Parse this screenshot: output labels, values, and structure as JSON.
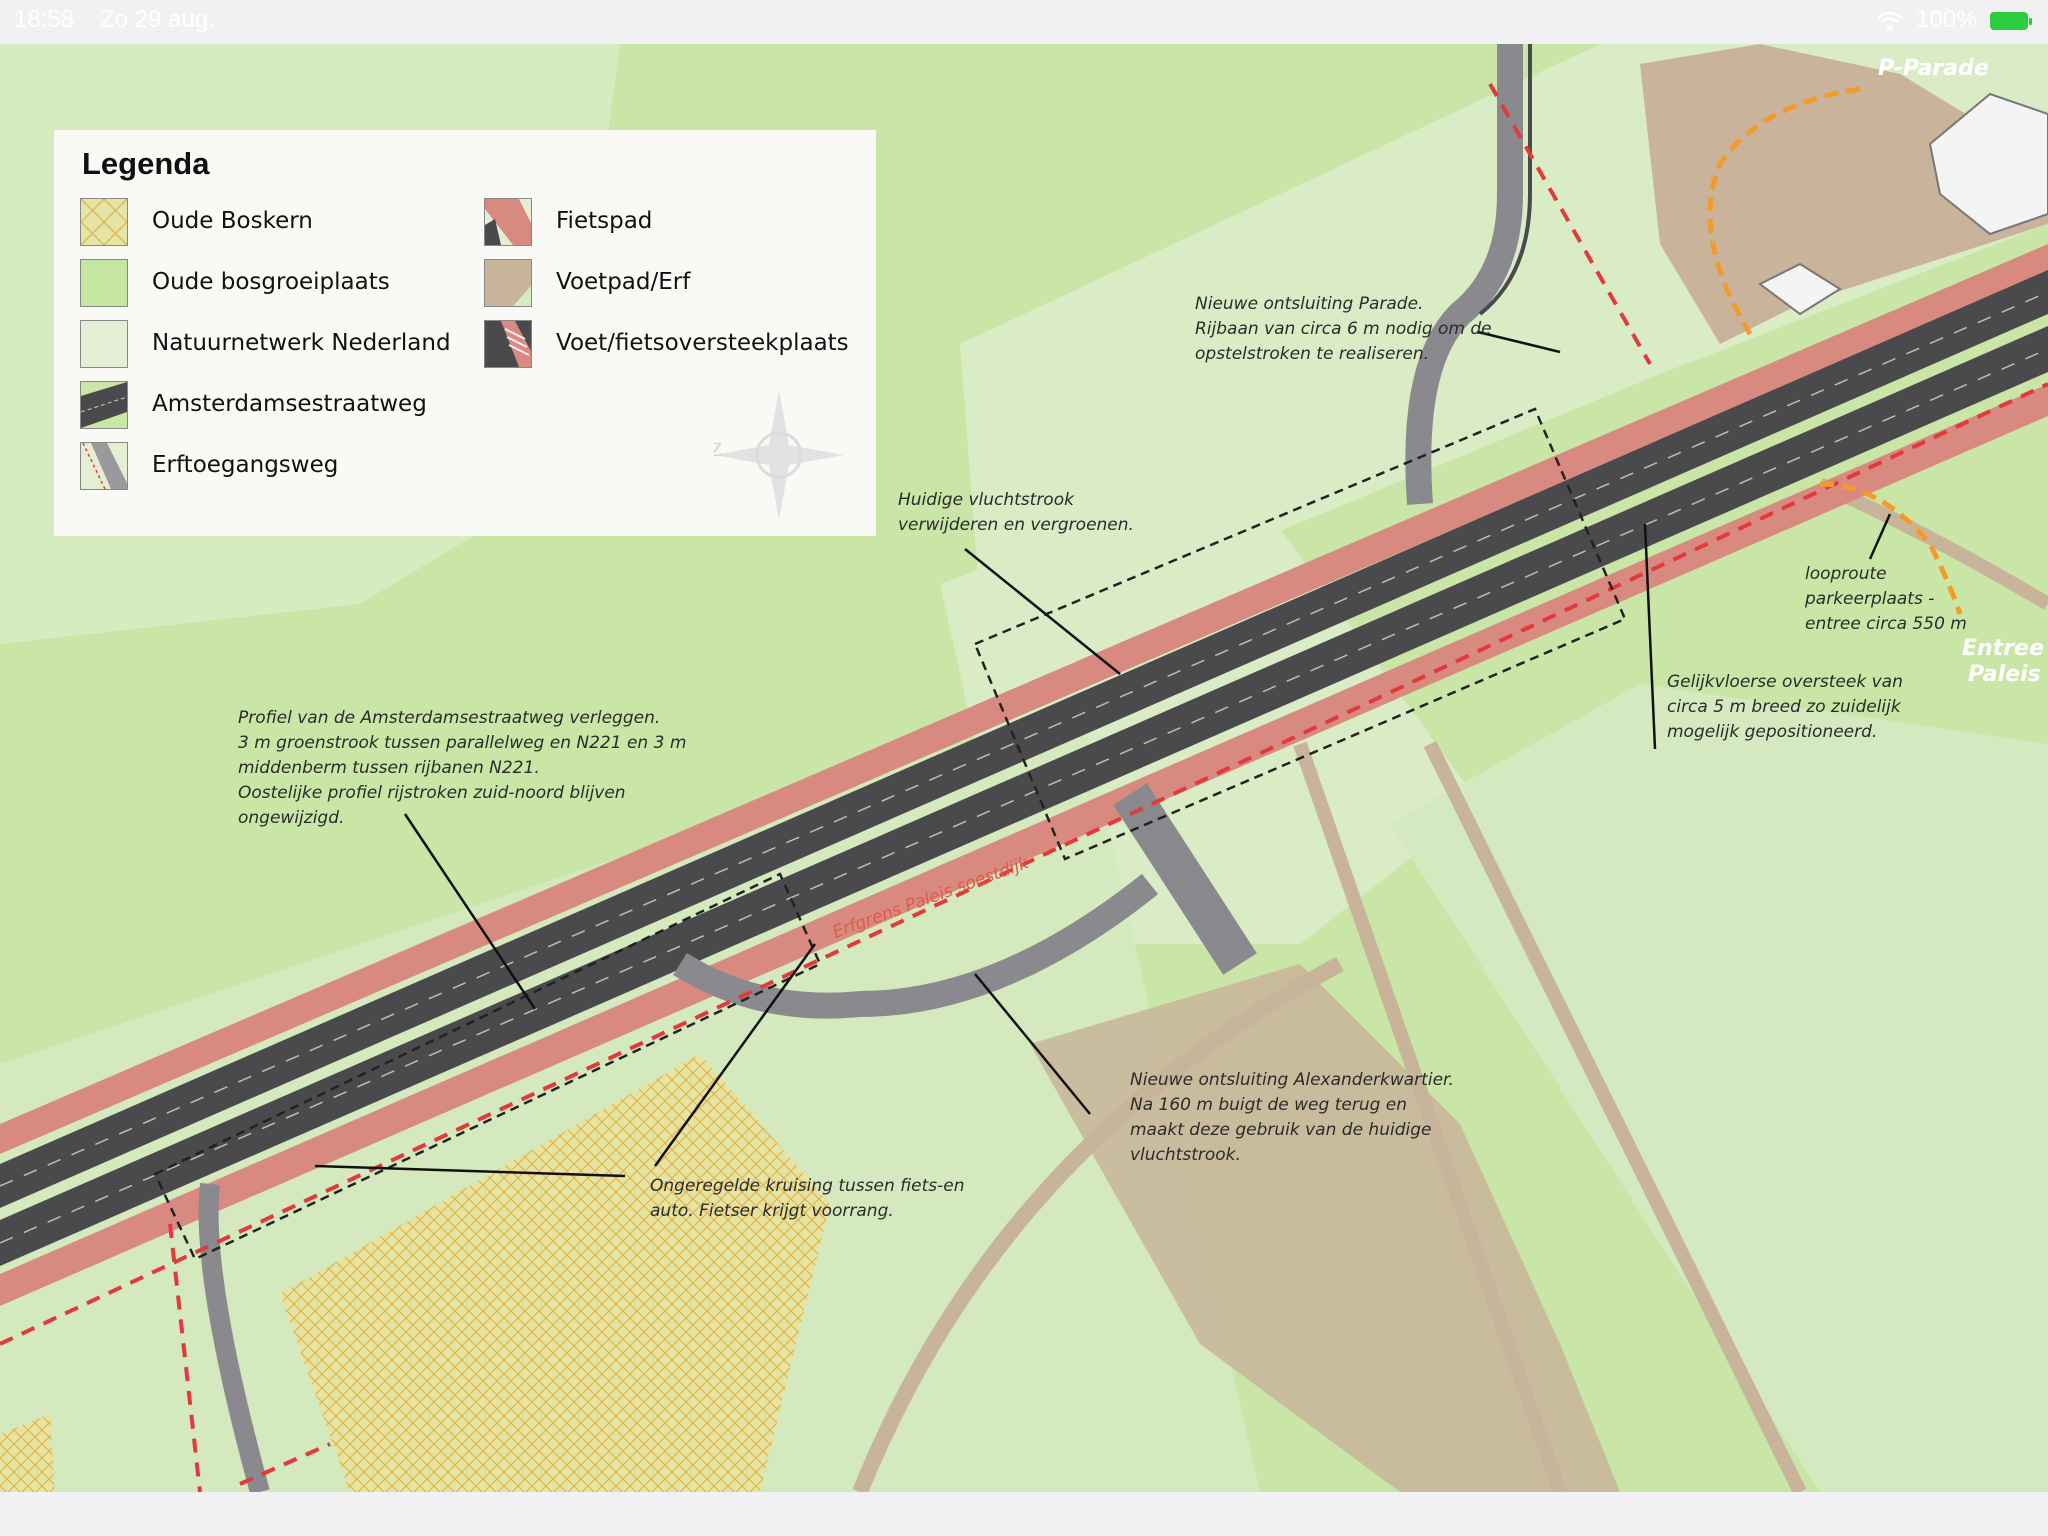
{
  "status_bar": {
    "time": "18:58",
    "date": "Zo 29 aug.",
    "battery": "100%"
  },
  "legend": {
    "title": "Legenda",
    "items": [
      {
        "label": "Oude Boskern",
        "icon": "hatched-yellow-swatch"
      },
      {
        "label": "Oude bosgroeiplaats",
        "icon": "green-swatch"
      },
      {
        "label": "Natuurnetwerk Nederland",
        "icon": "pale-green-swatch"
      },
      {
        "label": "Amsterdamsestraatweg",
        "icon": "dark-road-swatch"
      },
      {
        "label": "Erftoegangsweg",
        "icon": "grey-road-swatch"
      },
      {
        "label": "Fietspad",
        "icon": "red-path-swatch"
      },
      {
        "label": "Voetpad/Erf",
        "icon": "tan-swatch"
      },
      {
        "label": "Voet/fietsoversteekplaats",
        "icon": "crossing-swatch"
      }
    ],
    "compass": "Z"
  },
  "map_labels": {
    "p_parade": "P-Parade",
    "entree_paleis_1": "Entree",
    "entree_paleis_2": "Paleis",
    "erfgrens": "Erfgrens Paleis soestdijk"
  },
  "annotations": {
    "parade": "Nieuwe ontsluiting Parade.\nRijbaan van circa 6 m nodig om de\nopstelstroken te realiseren.",
    "vluchtstrook": "Huidige vluchtstrook\nverwijderen en vergroenen.",
    "looproute": "looproute\nparkeerplaats -\nentree circa 550 m",
    "oversteek": "Gelijkvloerse oversteek van\ncirca 5 m breed zo zuidelijk\nmogelijk gepositioneerd.",
    "profiel": "Profiel van de Amsterdamsestraatweg verleggen.\n3 m groenstrook tussen parallelweg en N221 en 3 m\nmiddenberm tussen rijbanen N221.\nOostelijke profiel rijstroken zuid-noord blijven\nongewijzigd.",
    "alexanderkwartier": "Nieuwe ontsluiting Alexanderkwartier.\nNa 160 m buigt de weg terug en\nmaakt deze gebruik van de huidige\nvluchtstrook.",
    "kruising": "Ongeregelde kruising tussen fiets-en\nauto. Fietser krijgt voorrang."
  },
  "colors": {
    "grass": "#c9e6a6",
    "pale_green": "#dfeccc",
    "road_dark": "#4a4a4c",
    "road_grey": "#8a8a8e",
    "cycle_path": "#d98a80",
    "tan": "#c8b49a",
    "red_dash": "#e23a3a",
    "orange_route": "#f39a2c"
  }
}
